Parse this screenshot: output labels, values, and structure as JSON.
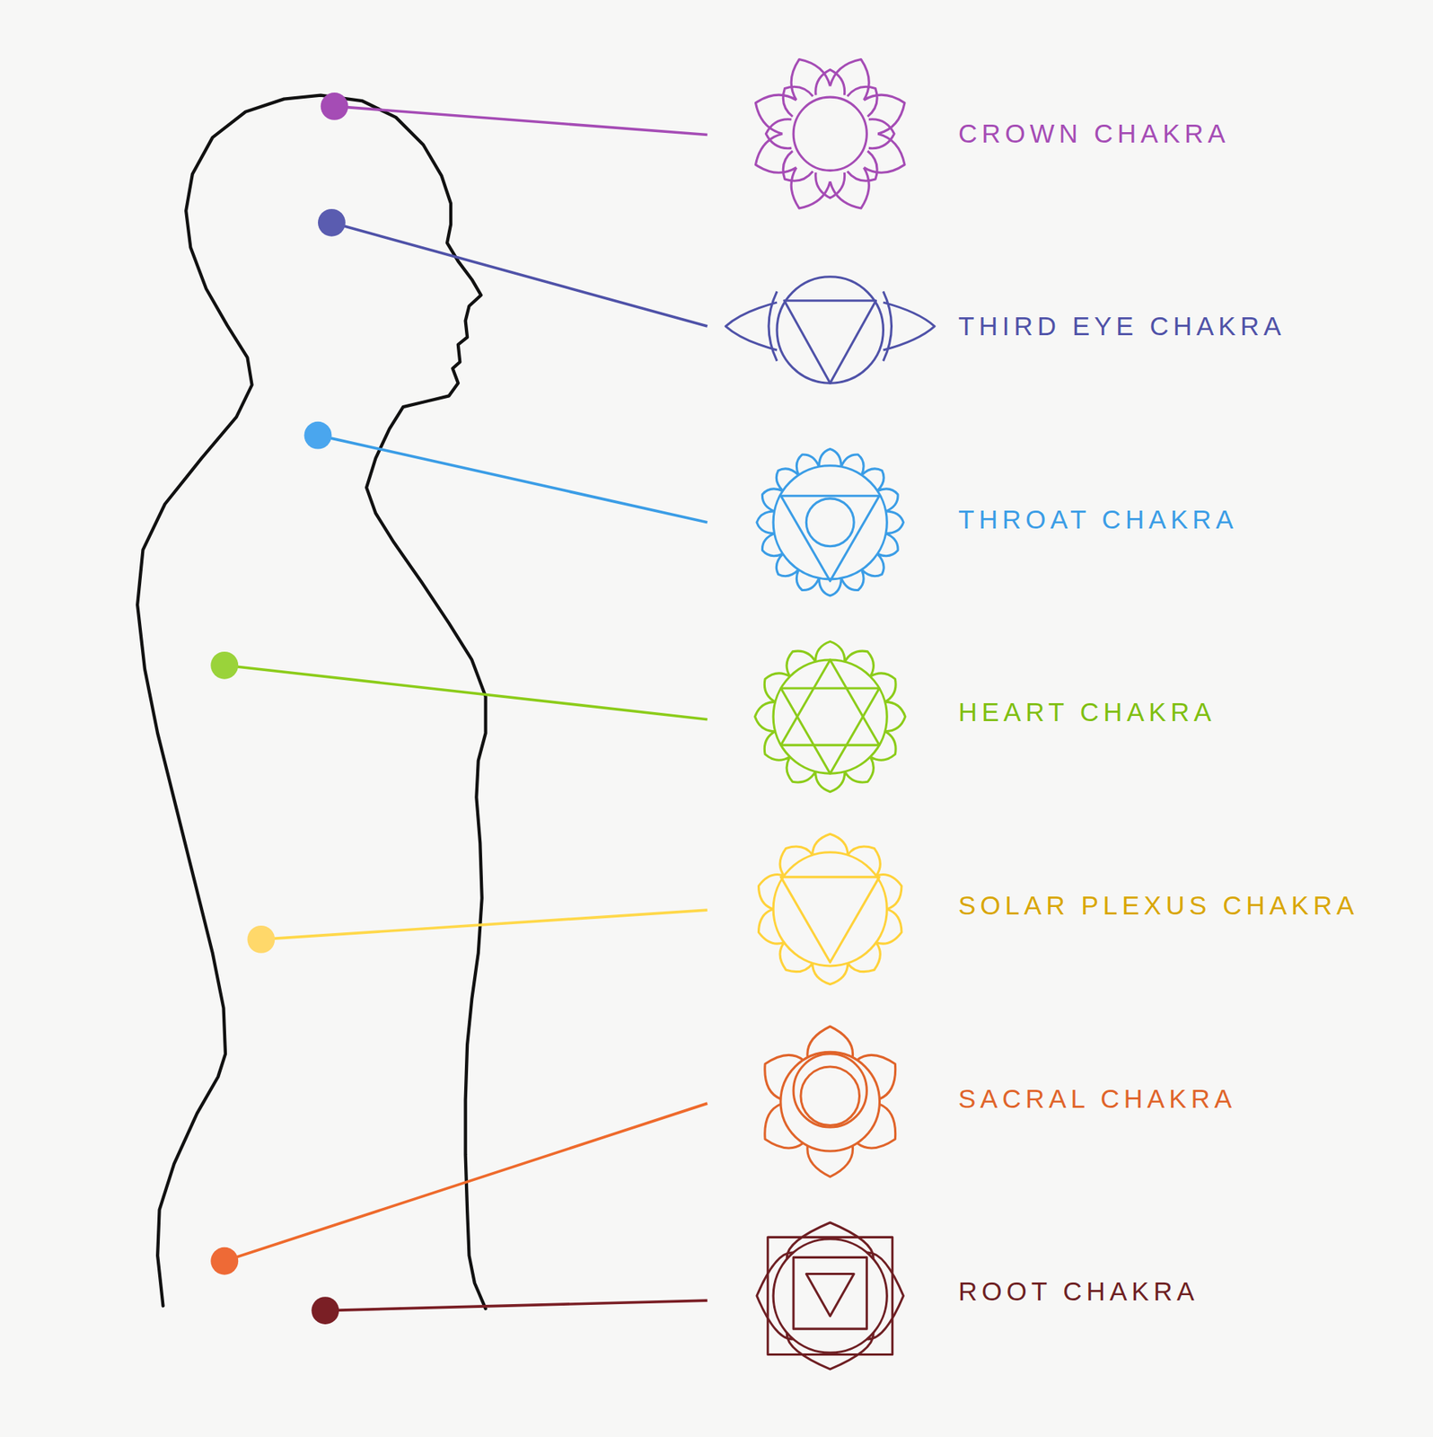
{
  "diagram": {
    "labels": [
      "CROWN CHAKRA",
      "THIRD EYE CHAKRA",
      "THROAT CHAKRA",
      "HEART CHAKRA",
      "SOLAR PLEXUS CHAKRA",
      "SACRAL CHAKRA",
      "ROOT CHAKRA"
    ]
  }
}
